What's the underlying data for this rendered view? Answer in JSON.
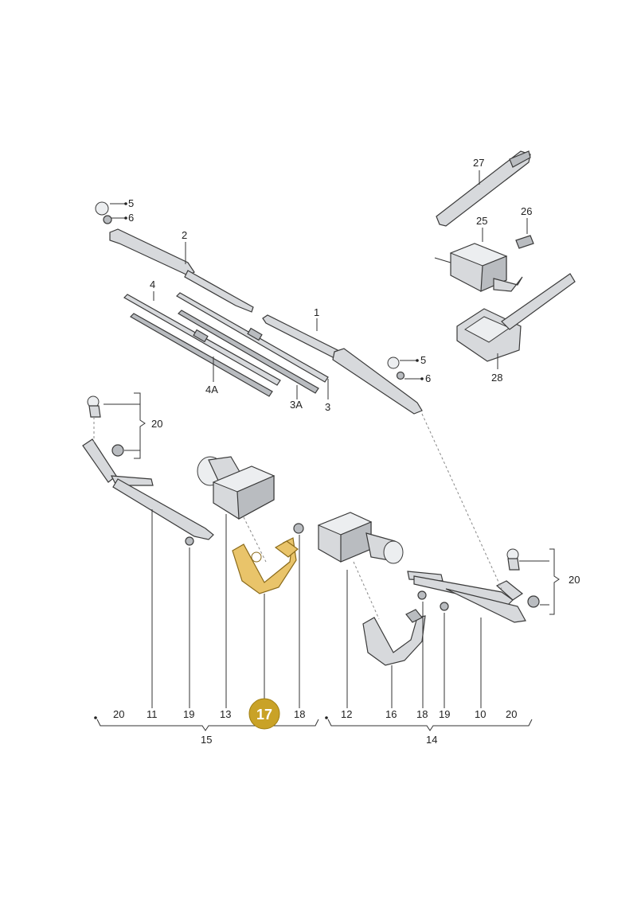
{
  "callouts": {
    "c1": "1",
    "c2": "2",
    "c3": "3",
    "c3a": "3A",
    "c4": "4",
    "c4a": "4A",
    "c5a": "5",
    "c6a": "6",
    "c5b": "5",
    "c6b": "6",
    "c20_left": "20",
    "c20_right": "20",
    "c25": "25",
    "c26": "26",
    "c27": "27",
    "c28": "28"
  },
  "bottom_row": {
    "left": [
      "20",
      "11",
      "19",
      "13",
      "17",
      "18"
    ],
    "right": [
      "12",
      "16",
      "18",
      "19",
      "10",
      "20"
    ],
    "group_left": "15",
    "group_right": "14"
  },
  "highlight": {
    "label": "17",
    "color": "#c9a227",
    "fill": "#e9c46a"
  }
}
